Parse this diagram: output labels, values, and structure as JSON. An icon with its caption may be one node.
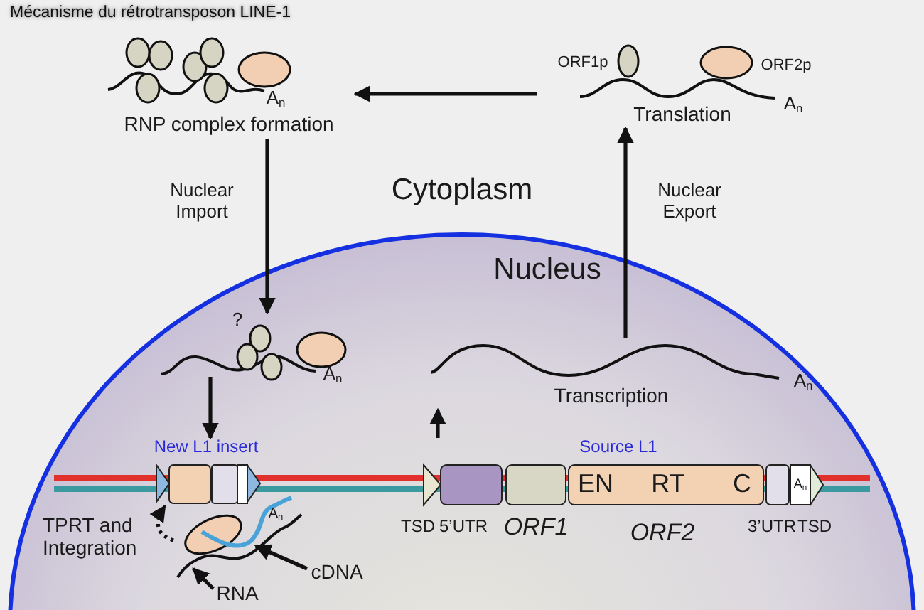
{
  "diagram": {
    "title": "Mécanisme du rétrotransposon LINE-1",
    "nodes": [
      {
        "text": [
          "RNP complex formation"
        ]
      },
      {
        "text": [
          "Translation"
        ]
      },
      {
        "text": [
          "Nucleus"
        ]
      },
      {
        "text": [
          "?"
        ],
        "in": 2
      },
      {
        "text": [
          "Transcription"
        ],
        "in": 2
      },
      {
        "text": [
          "New L1 insert"
        ],
        "in": 2
      },
      {
        "text": [
          "Source L1"
        ],
        "in": 2
      },
      {
        "text": [],
        "shape": "picture",
        "in": 2
      },
      {
        "text": [
          "cDNA"
        ],
        "in": 2
      },
      {
        "text": [
          "RNA"
        ],
        "in": 2
      }
    ],
    "edges": [
      {
        "from": 1,
        "to": 0,
        "arrow": "to"
      },
      {
        "from": 0,
        "to": 3,
        "arrow": "to",
        "label": "Nuclear Import"
      },
      {
        "from": 4,
        "to": 1,
        "arrow": "to",
        "label": "Nuclear Export"
      },
      {
        "from": 3,
        "to": 5,
        "arrow": "to"
      },
      {
        "from": 6,
        "to": 4,
        "arrow": "to"
      },
      {
        "from": 7,
        "to": 5,
        "arrow": "to",
        "style": "dashed"
      },
      {
        "from": 8,
        "to": 7,
        "arrow": "to"
      },
      {
        "from": 9,
        "to": 7,
        "arrow": "to"
      }
    ],
    "labels": [
      "A$_{n}$",
      "ORF1p",
      "ORF2p",
      "A$_{n}$",
      "Cytoplasm",
      "A$_{n}$",
      "A$_{n}$",
      "TPRT and Integration",
      "A$_{n}$",
      "TSD",
      "5’UTR",
      "ORF1",
      "EN",
      "RT",
      "C",
      "ORF2",
      "A$_{n}$",
      "3’UTR",
      "TSD"
    ]
  }
}
